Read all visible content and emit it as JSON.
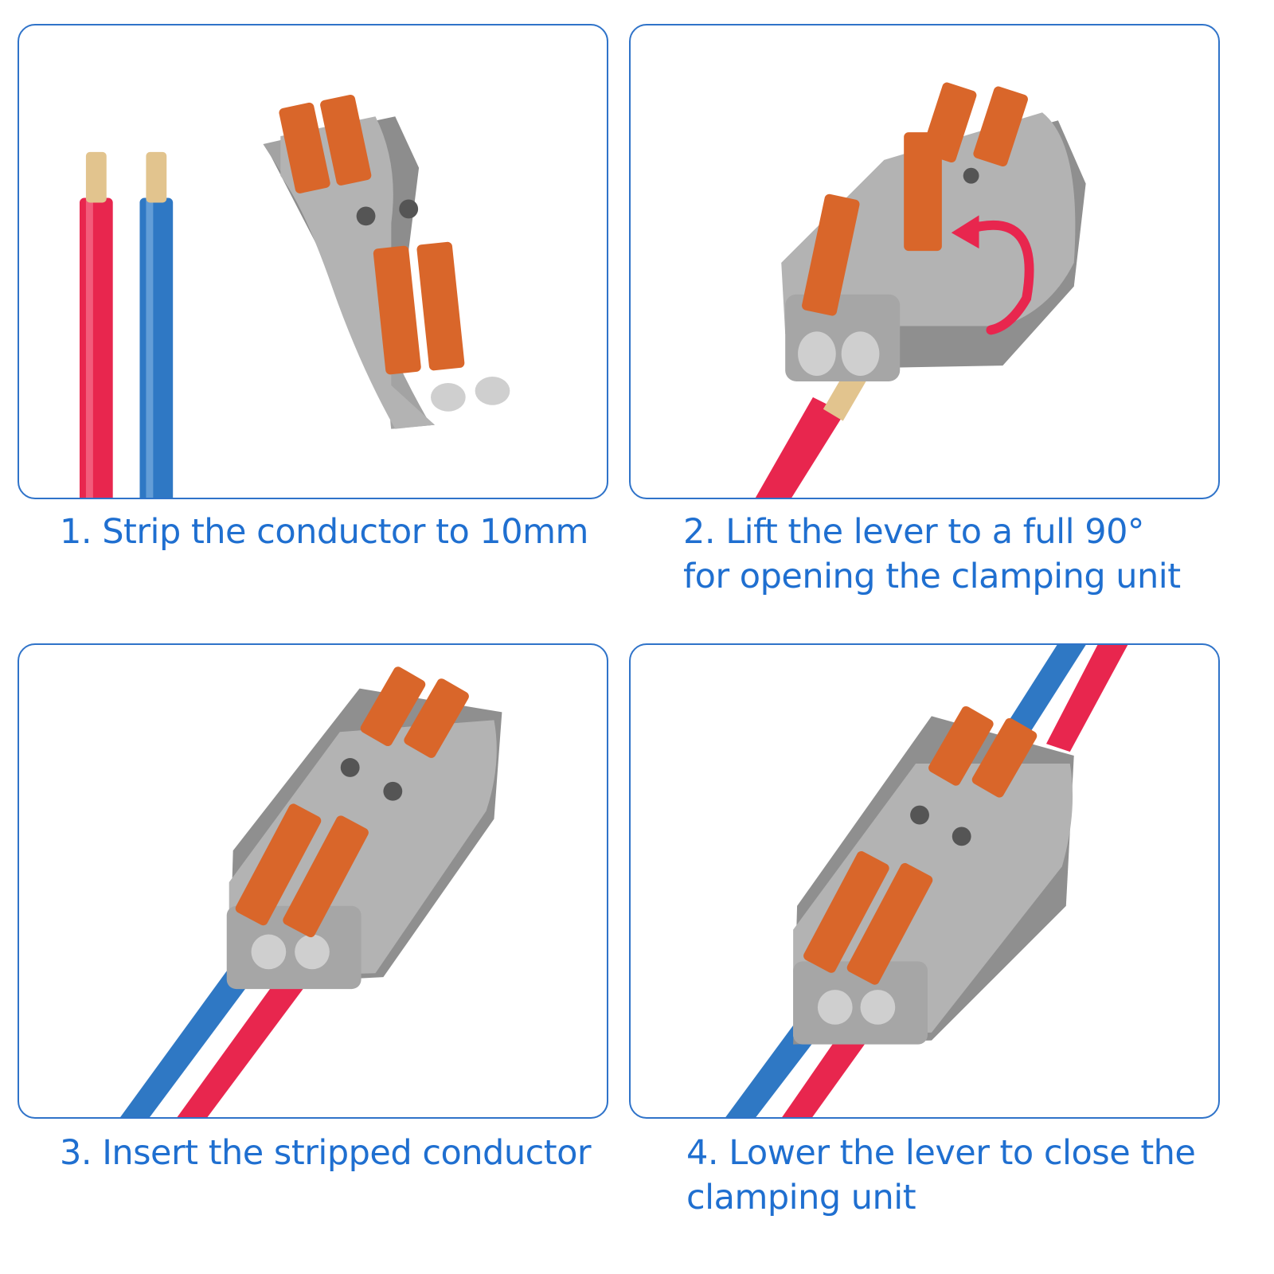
{
  "steps": [
    {
      "number": 1,
      "lines": [
        "1. Strip the conductor to 10mm"
      ]
    },
    {
      "number": 2,
      "lines": [
        "2. Lift the lever to a full 90°",
        "for opening the clamping unit"
      ]
    },
    {
      "number": 3,
      "lines": [
        "3. Insert the stripped conductor"
      ]
    },
    {
      "number": 4,
      "lines": [
        "4. Lower the lever to close the",
        "clamping unit"
      ]
    }
  ],
  "colors": {
    "frame": "#2f73c9",
    "caption": "#1f6fd0",
    "housing": "#9e9e9e",
    "lever": "#d9662a",
    "wire_red": "#e8264e",
    "wire_blue": "#2f78c4",
    "copper": "#e2c48e",
    "arrow": "#e8264e"
  },
  "icons": [
    "connector-icon",
    "red-wire-icon",
    "blue-wire-icon",
    "rotate-arrow-icon"
  ]
}
